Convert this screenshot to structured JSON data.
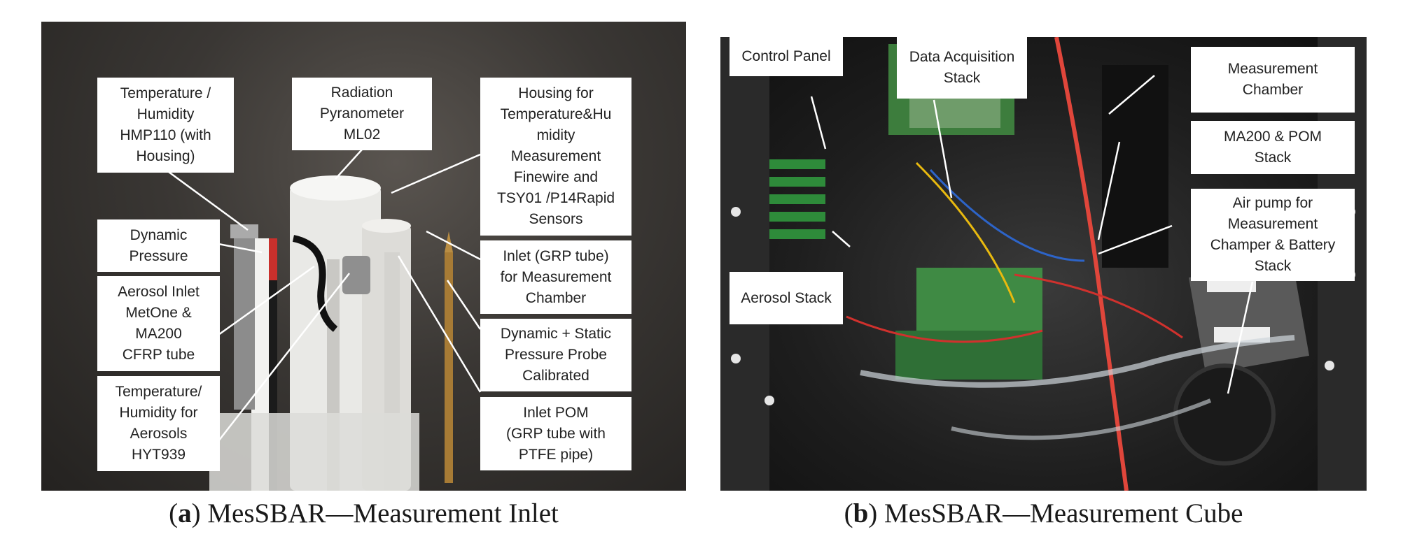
{
  "panel_a": {
    "labels": {
      "temp_humidity_hmp110": "Temperature /\nHumidity\nHMP110 (with\nHousing)",
      "radiation_pyranometer": "Radiation\nPyranometer\nML02",
      "housing_temp_humidity": "Housing for\nTemperature&Hu\nmidity\nMeasurement\nFinewire and\nTSY01 /P14Rapid\nSensors",
      "dynamic_pressure": "Dynamic\nPressure",
      "aerosol_inlet": "Aerosol Inlet\nMetOne &\nMA200\nCFRP tube",
      "inlet_grp_tube": "Inlet (GRP tube)\nfor Measurement\nChamber",
      "dynamic_static_probe": "Dynamic + Static\nPressure Probe\nCalibrated",
      "temp_humidity_aerosols": "Temperature/\nHumidity for\nAerosols\nHYT939",
      "inlet_pom": "Inlet POM\n(GRP tube with\nPTFE pipe)"
    },
    "caption_letter": "a",
    "caption_text": "MesSBAR—Measurement Inlet"
  },
  "panel_b": {
    "labels": {
      "control_panel": "Control Panel",
      "data_acquisition": "Data Acquisition\nStack",
      "measurement_chamber": "Measurement\nChamber",
      "ma200_pom": "MA200 & POM\nStack",
      "air_pump": "Air pump for\nMeasurement\nChamper & Battery\nStack",
      "aerosol_stack": "Aerosol Stack"
    },
    "caption_letter": "b",
    "caption_text": "MesSBAR—Measurement Cube"
  }
}
